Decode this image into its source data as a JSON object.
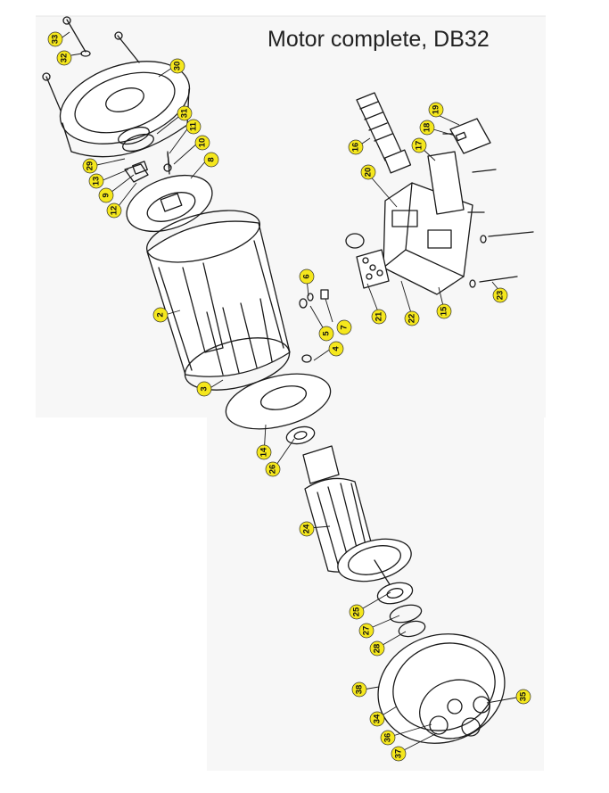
{
  "title": "Motor complete, DB32",
  "colors": {
    "callout_fill": "#f5e71d",
    "line": "#1a1a1a",
    "paper": "#f7f7f7"
  },
  "parts": [
    "2",
    "3",
    "4",
    "5",
    "6",
    "7",
    "8",
    "9",
    "10",
    "11",
    "12",
    "13",
    "14",
    "15",
    "16",
    "17",
    "19",
    "18",
    "20",
    "21",
    "22",
    "23",
    "24",
    "25",
    "26",
    "27",
    "28",
    "29",
    "30",
    "31",
    "32",
    "33",
    "34",
    "35",
    "36",
    "37",
    "38"
  ]
}
